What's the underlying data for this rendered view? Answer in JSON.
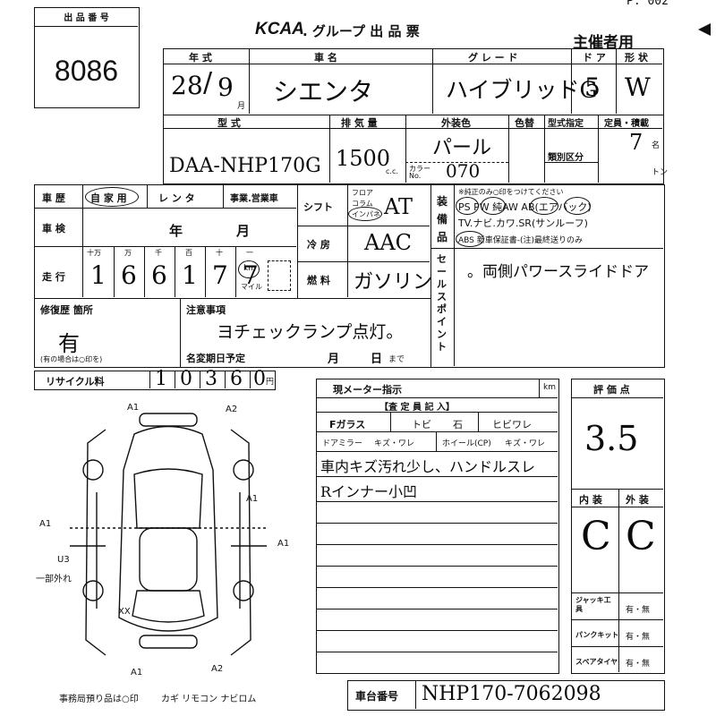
{
  "header": {
    "lot_label": "出 品 番 号",
    "lot_number": "8086",
    "logo": "KCAA",
    "title": ". グループ 出 品 票",
    "top_fragment": "P. 002",
    "organizer": "主催者用"
  },
  "row1": {
    "year_label": "年 式",
    "car_name_label": "車 名",
    "grade_label": "グ レ ー ド",
    "doors_label": "ド ア",
    "shape_label": "形 状",
    "year": "28",
    "month": "9",
    "month_unit": "月",
    "car_name": "シエンタ",
    "grade": "ハイブリッドG",
    "doors": "5",
    "shape": "W"
  },
  "row2": {
    "model_label": "型 式",
    "displacement_label": "排 気 量",
    "ext_color_label": "外装色",
    "color_change_label": "色替",
    "type_spec_label": "型式指定",
    "category_label": "類別区分",
    "capacity_label": "定員・積載",
    "model": "DAA-NHP170G",
    "displacement": "1500",
    "cc_unit": "c.c.",
    "color": "パール",
    "color_no_label": "カラー No.",
    "color_no": "070",
    "capacity": "7",
    "capacity_unit": "名",
    "load_unit": "トン"
  },
  "history": {
    "history_label": "車 歴",
    "private_label": "自 家 用",
    "rental_label": "レ ン タ",
    "business_label": "事業.営業車",
    "inspection_label": "車 検",
    "year_unit": "年",
    "month_unit": "月",
    "mileage_label": "走 行",
    "digit_labels": [
      "十万",
      "万",
      "千",
      "百",
      "十",
      "一"
    ],
    "mileage_digits": [
      "1",
      "6",
      "6",
      "1",
      "7",
      "7"
    ],
    "km_label": "km",
    "mile_label": "マイル"
  },
  "mid": {
    "shift_label": "シフト",
    "shift_options": [
      "フロア",
      "コラム",
      "インパネ"
    ],
    "shift_value": "AT",
    "ac_label": "冷 房",
    "ac_value": "AAC",
    "fuel_label": "燃 料",
    "fuel_value": "ガソリン"
  },
  "equipment": {
    "label": "装備品",
    "note": "※純正のみ○印をつけてください",
    "line1": "PS PW 純AW AB(エアバック)",
    "line2": "TV.ナビ.カワ.SR(サンルーフ)",
    "line3": "ABS 新車保証書-(注)最終送りのみ",
    "sales_point_label": "セールスポイント",
    "sales_point": "。両側パワースライドドア"
  },
  "repair": {
    "label": "修復歴 箇所",
    "value": "有",
    "note": "(有の場合は○印を)"
  },
  "caution": {
    "label": "注意事項",
    "value": "ヨチェックランプ点灯。",
    "deadline_label": "名変期日予定",
    "month_unit": "月",
    "day_unit": "日",
    "until": "まで"
  },
  "recycle": {
    "label": "リサイクル料",
    "digits": [
      "1",
      "0",
      "3",
      "6",
      "0"
    ],
    "yen": "円"
  },
  "diagram": {
    "marks": [
      "A1",
      "A2",
      "A1",
      "U3",
      "A1",
      "A1",
      "A1",
      "A2",
      "XX"
    ],
    "note1": "一部外れ",
    "keys_label": "事務局預り品は○印",
    "keys_items": "カギ リモコン ナビロム"
  },
  "inspector": {
    "meter_label": "現メーター指示",
    "km": "km",
    "section_label": "【査 定 員 記 入】",
    "glass_label": "Fガラス",
    "tobi": "トビ",
    "ishi": "石",
    "hibiware": "ヒビワレ",
    "door_mirror": "ドアミラー",
    "kizu_ware": "キズ・ワレ",
    "wheel": "ホイール(CP)",
    "notes": [
      "車内キズ汚れ少し、ハンドルスレ",
      "Rインナー小凹"
    ]
  },
  "grades": {
    "label": "評 価 点",
    "score": "3.5",
    "interior_label": "内 装",
    "exterior_label": "外 装",
    "interior": "C",
    "exterior": "C",
    "jack_label": "ジャッキ工具",
    "puncture_label": "パンクキット",
    "spare_label": "スペアタイヤ",
    "yes_no": "有・無"
  },
  "chassis": {
    "label": "車台番号",
    "value": "NHP170-7062098"
  }
}
